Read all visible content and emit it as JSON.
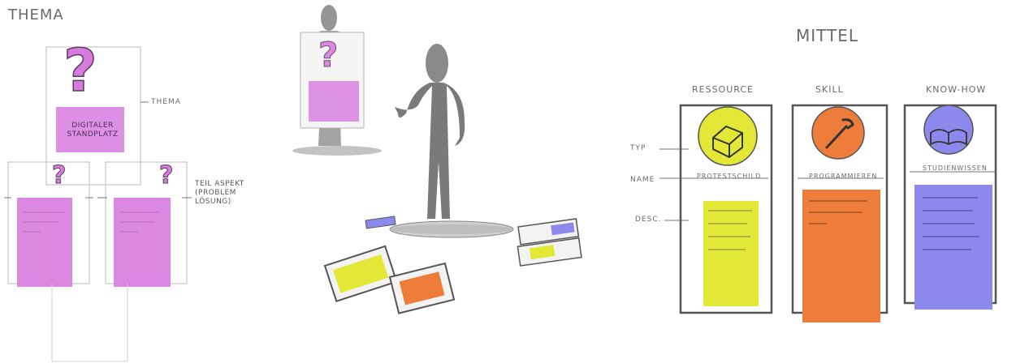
{
  "labels": {
    "thema_title": "THEMA",
    "mittel_title": "MITTEL",
    "thema_side": "THEMA",
    "digitaler_standplatz": "DIGITALER STANDPLATZ",
    "teilaspekt": "TEIL ASPEKT (PROBLEM LÖSUNG)",
    "resource_title": "RESSOURCE",
    "skill_title": "SKILL",
    "knowhow_title": "KNOW-HOW",
    "typ_label": "TYP",
    "name_label": "NAME",
    "desc_label": "DESC.",
    "resource_name": "PROTESTSCHILD",
    "skill_name": "PROGRAMMIEREN",
    "knowhow_name": "STUDIENWISSEN"
  },
  "icons": {
    "question": "question-mark",
    "resource": "box-icon",
    "skill": "wrench-icon",
    "knowhow": "book-icon"
  },
  "colors": {
    "magenta": "#d77be0",
    "yellow": "#e3e836",
    "orange": "#ee7d3c",
    "violet": "#8d88ec",
    "gray": "#8a8a8a"
  }
}
